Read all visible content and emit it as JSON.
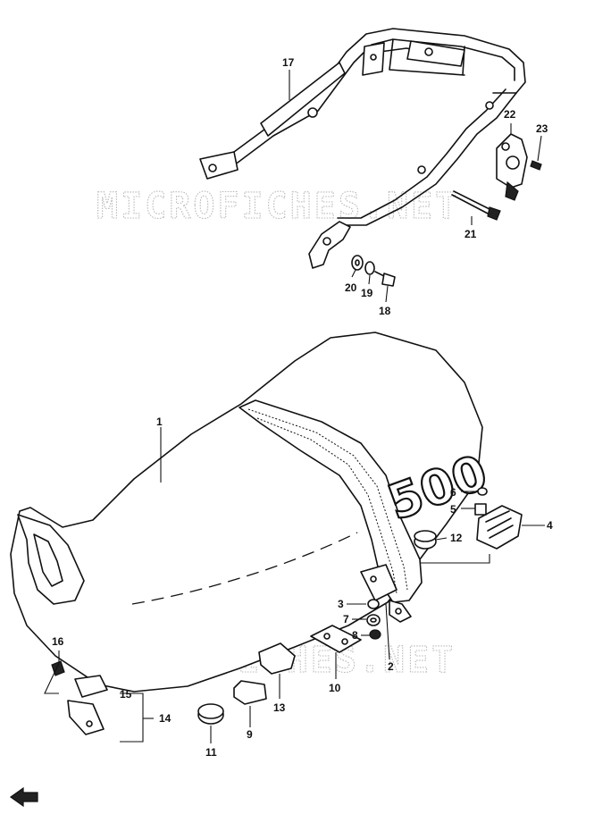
{
  "watermark": "MICROFICHES.NET",
  "seat_badge_text": "500",
  "front_arrow_icon": "arrow-left-icon",
  "colors": {
    "ink": "#111111",
    "paper": "#ffffff",
    "watermark": "#b8b8b8"
  },
  "callouts": {
    "p1": "1",
    "p2": "2",
    "p3": "3",
    "p4": "4",
    "p5": "5",
    "p6": "6",
    "p7": "7",
    "p8": "8",
    "p9": "9",
    "p10": "10",
    "p11": "11",
    "p12": "12",
    "p13": "13",
    "p14": "14",
    "p15": "15",
    "p16": "16",
    "p17": "17",
    "p18": "18",
    "p19": "19",
    "p20": "20",
    "p21": "21",
    "p22": "22",
    "p23": "23"
  }
}
